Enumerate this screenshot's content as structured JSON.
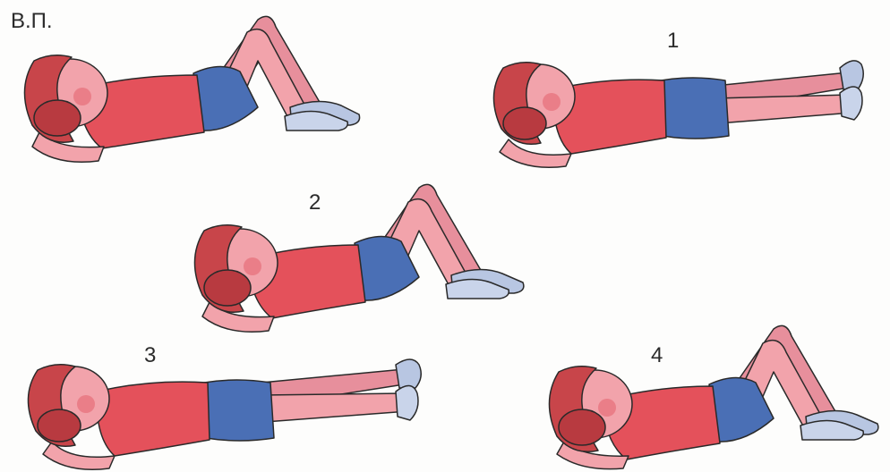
{
  "labels": {
    "start": "В.П.",
    "step1": "1",
    "step2": "2",
    "step3": "3",
    "step4": "4"
  },
  "colors": {
    "skin": "#f2a3ab",
    "skin_dark": "#d97f8c",
    "hair": "#c8454a",
    "shirt": "#e4515b",
    "shorts": "#4a6fb5",
    "shoe": "#b8c6e2",
    "outline": "#2a2a2a"
  }
}
